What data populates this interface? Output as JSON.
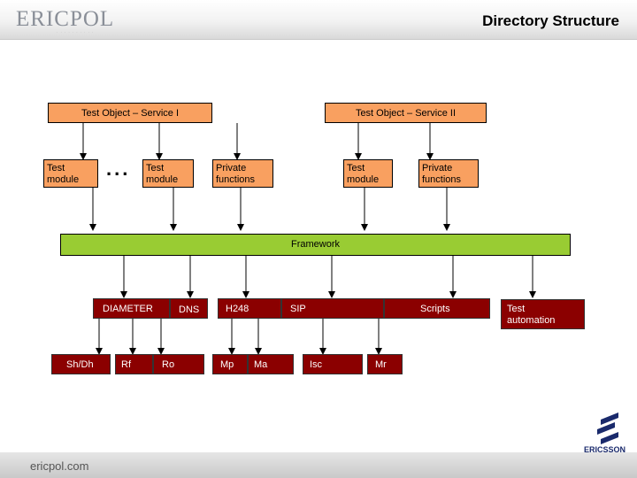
{
  "header": {
    "logo_text": "ERICPOL",
    "title": "Directory Structure"
  },
  "footer": {
    "site": "ericpol.com",
    "brand": "ERICSSON"
  },
  "diagram": {
    "service1": "Test Object – Service I",
    "service2": "Test Object – Service II",
    "test_module_1": "Test\nmodule",
    "ellipsis": "...",
    "test_module_2": "Test\nmodule",
    "private_functions_1": "Private\nfunctions",
    "test_module_3": "Test\nmodule",
    "private_functions_2": "Private\nfunctions",
    "framework": "Framework",
    "diameter": "DIAMETER",
    "dns": "DNS",
    "h248": "H248",
    "sip": "SIP",
    "scripts": "Scripts",
    "test_automation": "Test\nautomation",
    "sh_dh": "Sh/Dh",
    "rf": "Rf",
    "ro": "Ro",
    "mp": "Mp",
    "ma": "Ma",
    "isc": "Isc",
    "mr": "Mr"
  },
  "colors": {
    "orange": "#f9a060",
    "green": "#99cc33",
    "dark_red": "#8b0000"
  }
}
